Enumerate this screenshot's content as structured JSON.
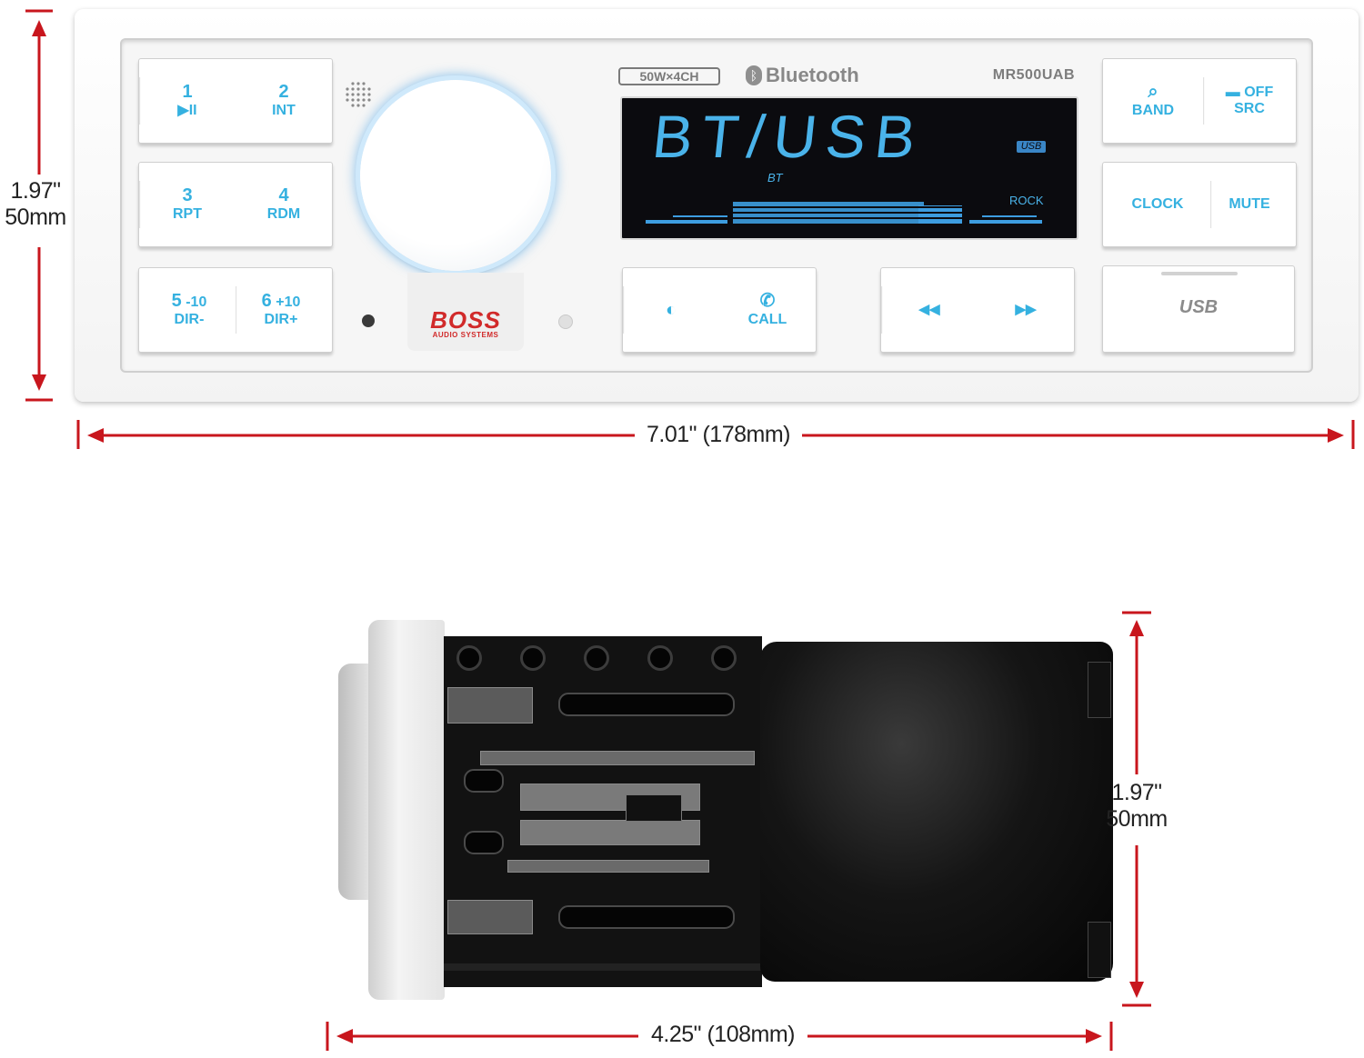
{
  "dimensions": {
    "front_height_in": "1.97\"",
    "front_height_mm": "50mm",
    "front_width": "7.01\" (178mm)",
    "side_height_in": "1.97\"",
    "side_height_mm": "50mm",
    "side_depth": "4.25\" (108mm)"
  },
  "colors": {
    "dimension_line": "#c8161d",
    "button_text": "#35b1e0",
    "lcd_text": "#4ab3ea"
  },
  "header": {
    "power": "50W×4CH",
    "bluetooth": "Bluetooth",
    "model": "MR500UAB"
  },
  "display": {
    "main": "BT/USB",
    "sub": "BT",
    "usb_badge": "USB",
    "eq": "ROCK"
  },
  "logo": {
    "brand": "BOSS",
    "tagline": "AUDIO SYSTEMS"
  },
  "buttons": {
    "b1": {
      "num": "1",
      "label": "▶II"
    },
    "b2": {
      "num": "2",
      "label": "INT"
    },
    "b3": {
      "num": "3",
      "label": "RPT"
    },
    "b4": {
      "num": "4",
      "label": "RDM"
    },
    "b5": {
      "num": "5",
      "sub": "-10",
      "label": "DIR-"
    },
    "b6": {
      "num": "6",
      "sub": "+10",
      "label": "DIR+"
    },
    "band": "BAND",
    "off": "OFF",
    "src": "SRC",
    "clock": "CLOCK",
    "mute": "MUTE",
    "call": "CALL",
    "usb": "USB"
  }
}
